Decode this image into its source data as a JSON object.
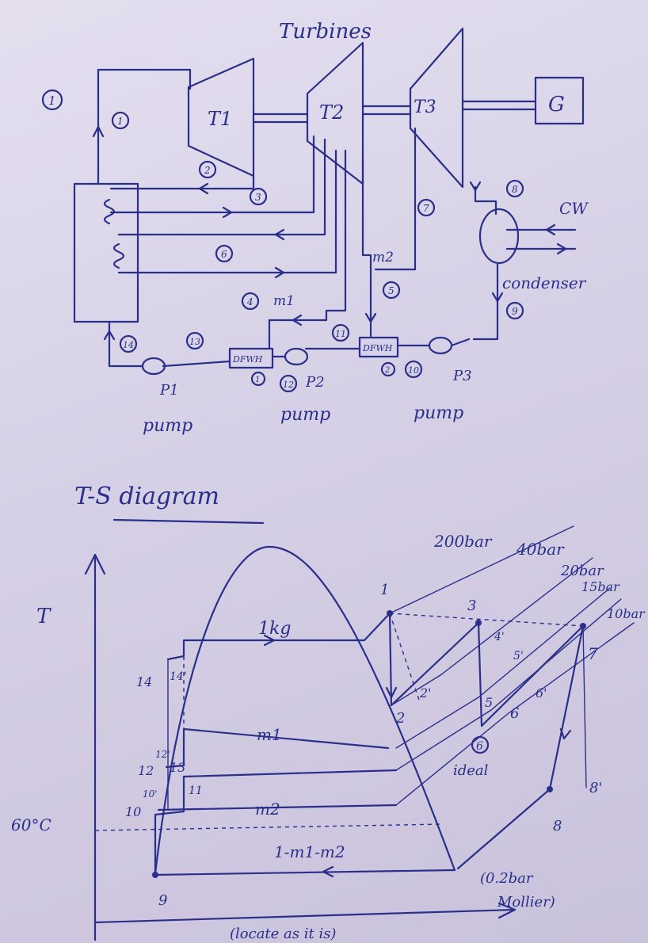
{
  "schematic": {
    "heading": "Turbines",
    "circled_one": "1",
    "turbine_labels": [
      "T1",
      "T2",
      "T3"
    ],
    "generator": "G",
    "cooling_water": "CW",
    "condenser": "condenser",
    "state_numbers": [
      "1",
      "2",
      "3",
      "4",
      "5",
      "6",
      "7",
      "8",
      "9",
      "10",
      "11",
      "12",
      "13",
      "14"
    ],
    "fractions": [
      "m1",
      "m2"
    ],
    "heaters": [
      "DFWH",
      "DFWH"
    ],
    "heater_ids": [
      "1",
      "2"
    ],
    "pump_ids": [
      "P1",
      "P2",
      "P3"
    ],
    "pump_word": [
      "pump",
      "pump",
      "pump"
    ]
  },
  "ts_diagram": {
    "title": "T-S diagram",
    "axis_t": "T",
    "temperature_note": "60°C",
    "pressures": [
      "200bar",
      "40bar",
      "20bar",
      "15bar",
      "10bar"
    ],
    "mass_labels": [
      "1kg",
      "m1",
      "m2",
      "1-m1-m2"
    ],
    "points": [
      "1",
      "2",
      "2'",
      "3",
      "4'",
      "5",
      "5'",
      "6",
      "6'",
      "7",
      "8",
      "8'",
      "9",
      "10",
      "10'",
      "11",
      "12",
      "12'",
      "13",
      "14",
      "14'"
    ],
    "ideal_mark": "6",
    "ideal_word": "ideal",
    "condenser_note": "(0.2bar",
    "mollier_note": "Mollier)",
    "footnote": "(locate as it is)"
  }
}
